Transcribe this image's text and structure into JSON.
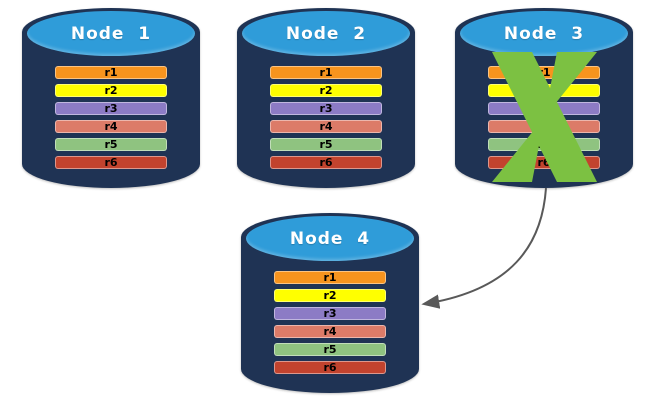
{
  "colors": {
    "cylinder_body": "#1F3354",
    "cylinder_top": "#2F9CD9",
    "node_title_text": "#FFFFFF",
    "replica_label_text": "#000000",
    "failure_x": "#7CC142",
    "arrow": "#595959"
  },
  "icons": {
    "failure_x": "x-cross-mark",
    "arrow": "curved-left-arrow"
  },
  "nodes": [
    {
      "title": "Node  1",
      "failed": false,
      "replicas": [
        {
          "label": "r1",
          "color": "#F7941E"
        },
        {
          "label": "r2",
          "color": "#FFFF00"
        },
        {
          "label": "r3",
          "color": "#8C7BC5"
        },
        {
          "label": "r4",
          "color": "#DC7B68"
        },
        {
          "label": "r5",
          "color": "#8FC380"
        },
        {
          "label": "r6",
          "color": "#C2432E"
        }
      ]
    },
    {
      "title": "Node  2",
      "failed": false,
      "replicas": [
        {
          "label": "r1",
          "color": "#F7941E"
        },
        {
          "label": "r2",
          "color": "#FFFF00"
        },
        {
          "label": "r3",
          "color": "#8C7BC5"
        },
        {
          "label": "r4",
          "color": "#DC7B68"
        },
        {
          "label": "r5",
          "color": "#8FC380"
        },
        {
          "label": "r6",
          "color": "#C2432E"
        }
      ]
    },
    {
      "title": "Node  3",
      "failed": true,
      "replicas": [
        {
          "label": "r1",
          "color": "#F7941E"
        },
        {
          "label": "r2",
          "color": "#FFFF00"
        },
        {
          "label": "r3",
          "color": "#8C7BC5"
        },
        {
          "label": "r4",
          "color": "#DC7B68"
        },
        {
          "label": "r5",
          "color": "#8FC380"
        },
        {
          "label": "r6",
          "color": "#C2432E"
        }
      ]
    },
    {
      "title": "Node  4",
      "failed": false,
      "replicas": [
        {
          "label": "r1",
          "color": "#F7941E"
        },
        {
          "label": "r2",
          "color": "#FFFF00"
        },
        {
          "label": "r3",
          "color": "#8C7BC5"
        },
        {
          "label": "r4",
          "color": "#DC7B68"
        },
        {
          "label": "r5",
          "color": "#8FC380"
        },
        {
          "label": "r6",
          "color": "#C2432E"
        }
      ]
    }
  ]
}
